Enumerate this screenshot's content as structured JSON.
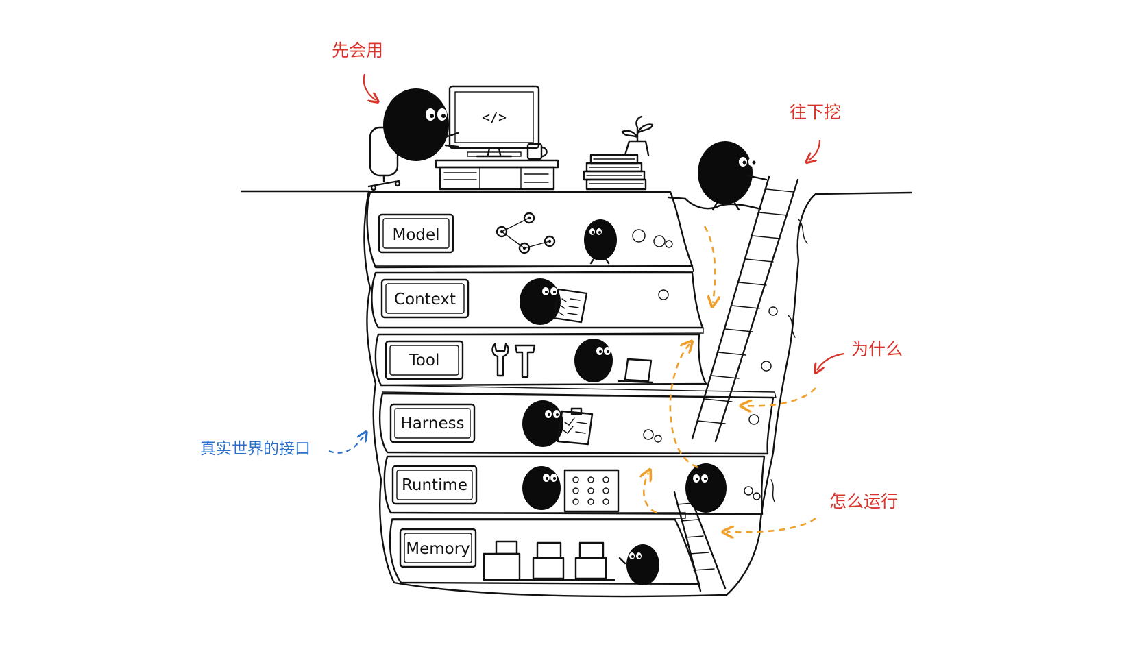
{
  "layers": [
    {
      "label": "Model"
    },
    {
      "label": "Context"
    },
    {
      "label": "Tool"
    },
    {
      "label": "Harness"
    },
    {
      "label": "Runtime"
    },
    {
      "label": "Memory"
    }
  ],
  "annotations": {
    "top_use": "先会用",
    "dig_down": "往下挖",
    "why": "为什么",
    "how_it_runs": "怎么运行",
    "real_world_interface": "真实世界的接口"
  },
  "monitor_code": "</>",
  "colors": {
    "ink": "#111111",
    "red_note": "#d8342c",
    "blue_note": "#2a6fc9",
    "orange_arrow": "#f0a02a"
  }
}
